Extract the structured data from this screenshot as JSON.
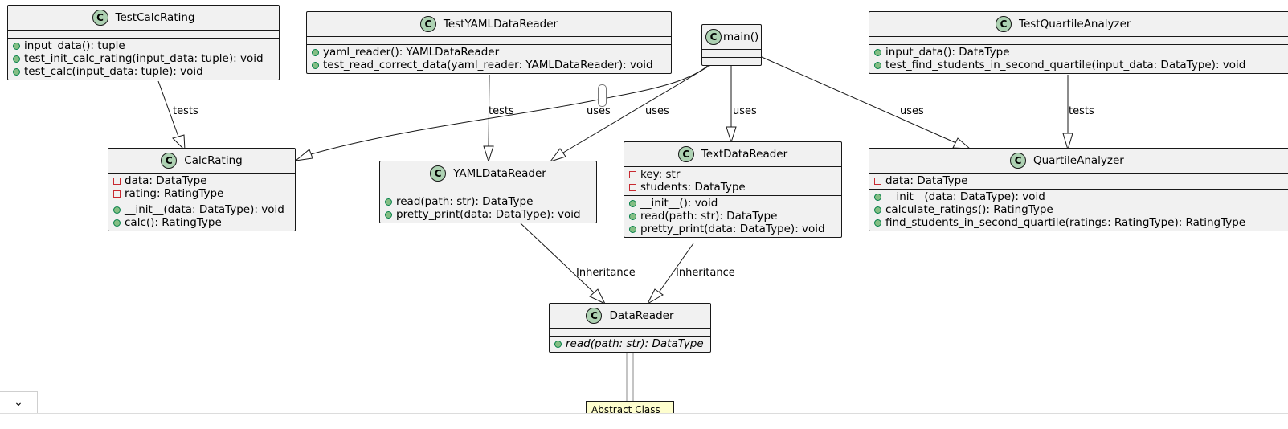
{
  "classes": {
    "test_calc_rating": {
      "name": "TestCalcRating",
      "methods": [
        "input_data(): tuple",
        "test_init_calc_rating(input_data: tuple): void",
        "test_calc(input_data: tuple): void"
      ]
    },
    "test_yaml_data_reader": {
      "name": "TestYAMLDataReader",
      "methods": [
        "yaml_reader(): YAMLDataReader",
        "test_read_correct_data(yaml_reader: YAMLDataReader): void"
      ]
    },
    "main": {
      "name": "main()"
    },
    "test_quartile_analyzer": {
      "name": "TestQuartileAnalyzer",
      "methods": [
        "input_data(): DataType",
        "test_find_students_in_second_quartile(input_data: DataType): void"
      ]
    },
    "calc_rating": {
      "name": "CalcRating",
      "fields": [
        "data: DataType",
        "rating: RatingType"
      ],
      "methods": [
        "__init__(data: DataType): void",
        "calc(): RatingType"
      ]
    },
    "yaml_data_reader": {
      "name": "YAMLDataReader",
      "methods": [
        "read(path: str): DataType",
        "pretty_print(data: DataType): void"
      ]
    },
    "text_data_reader": {
      "name": "TextDataReader",
      "fields": [
        "key: str",
        "students: DataType"
      ],
      "methods": [
        "__init__(): void",
        "read(path: str): DataType",
        "pretty_print(data: DataType): void"
      ]
    },
    "quartile_analyzer": {
      "name": "QuartileAnalyzer",
      "fields": [
        "data: DataType"
      ],
      "methods": [
        "__init__(data: DataType): void",
        "calculate_ratings(): RatingType",
        "find_students_in_second_quartile(ratings: RatingType): RatingType"
      ]
    },
    "data_reader": {
      "name": "DataReader",
      "methods": [
        "read(path: str): DataType"
      ]
    }
  },
  "class_badge": "C",
  "edge_labels": {
    "tests_calc": "tests",
    "tests_yaml": "tests",
    "tests_quartile": "tests",
    "uses_calc": "uses",
    "uses_yaml": "uses",
    "uses_text": "uses",
    "uses_quartile": "uses",
    "inh_yaml": "Inheritance",
    "inh_text": "Inheritance"
  },
  "note": "Abstract Class",
  "colors": {
    "class_fill": "#f1f1f1",
    "badge_fill": "#add1b2",
    "public_marker": "#84be84",
    "private_marker": "#c82930",
    "note_fill": "#fefece"
  },
  "icons": {
    "collapse": "chevron-down-icon"
  }
}
